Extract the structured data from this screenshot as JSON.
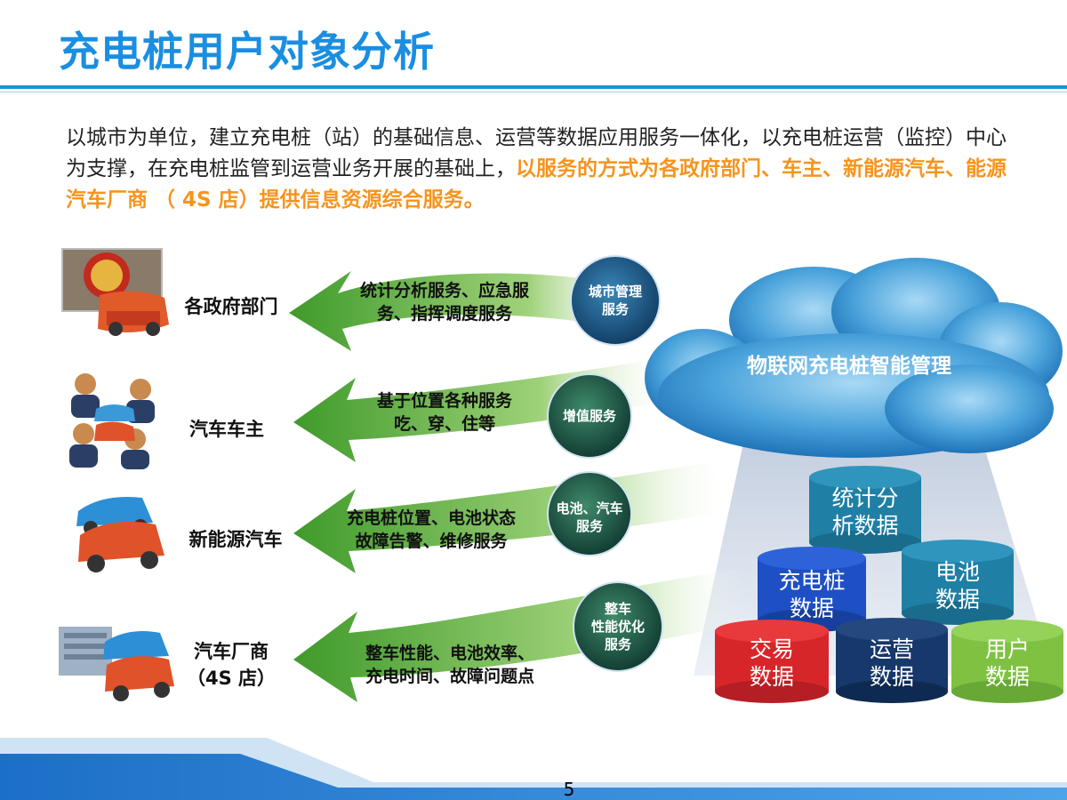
{
  "title": "充电桩用户对象分析",
  "intro": {
    "part1": "以城市为单位，建立充电桩（站）的基础信息、运营等数据应用服务一体化，以充电桩运营（监控）中心为支撑，在充电桩监管到运营业务开展的基础上，",
    "highlight": "以服务的方式为各政府部门、车主、新能源汽车、能源汽车厂商 （ 4S 店）提供信息资源综合服务。"
  },
  "colors": {
    "title": "#1a8ee0",
    "highlight": "#f7941d",
    "arrow": "#56a233"
  },
  "groups": [
    {
      "label": "各政府部门",
      "service": [
        "统计分析服务、应急服",
        "务、指挥调度服务"
      ],
      "badge": [
        "城市管理",
        "服务"
      ]
    },
    {
      "label": "汽车车主",
      "service": [
        "基于位置各种服务",
        "吃、穿、住等"
      ],
      "badge": [
        "增值服务"
      ]
    },
    {
      "label": "新能源汽车",
      "service": [
        "充电桩位置、电池状态",
        "故障告警、维修服务"
      ],
      "badge": [
        "电池、汽车",
        "服务"
      ]
    },
    {
      "label": "汽车厂商",
      "label2": "（4S 店）",
      "service": [
        "整车性能、电池效率、",
        "充电时间、故障问题点"
      ],
      "badge": [
        "整车",
        "性能优化",
        "服务"
      ]
    }
  ],
  "cloud": {
    "label": "物联网充电桩智能管理"
  },
  "databases": [
    {
      "line1": "统计分",
      "line2": "析数据",
      "color": "#1f7fa5"
    },
    {
      "line1": "充电桩",
      "line2": "数据",
      "color": "#1e4fc4"
    },
    {
      "line1": "电池",
      "line2": "数据",
      "color": "#1f7fa5"
    },
    {
      "line1": "交易",
      "line2": "数据",
      "color": "#d7262a"
    },
    {
      "line1": "运营",
      "line2": "数据",
      "color": "#16386a"
    },
    {
      "line1": "用户",
      "line2": "数据",
      "color": "#7fc241"
    }
  ],
  "page_number": "5"
}
